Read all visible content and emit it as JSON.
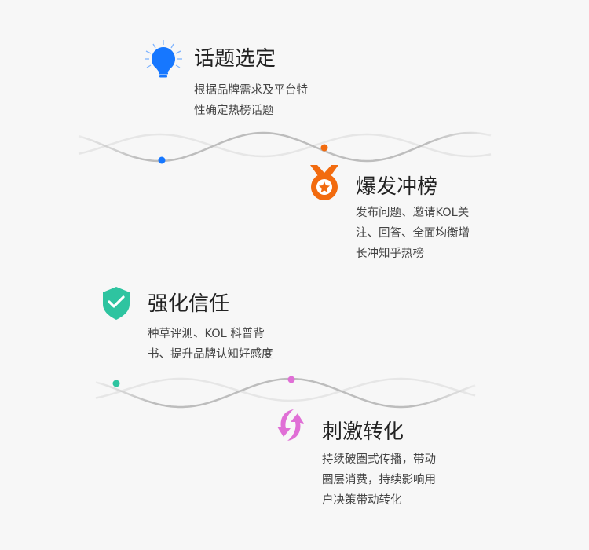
{
  "steps": [
    {
      "title": "话题选定",
      "lines": [
        "根据品牌需求及平台特",
        "性确定热榜话题"
      ],
      "color": "#1677ff",
      "icon": "lightbulb-icon"
    },
    {
      "title": "爆发冲榜",
      "lines": [
        "发布问题、邀请KOL关",
        "注、回答、全面均衡增",
        "长冲知乎热榜"
      ],
      "color": "#f26b0f",
      "icon": "medal-icon"
    },
    {
      "title": "强化信任",
      "lines": [
        "种草评测、KOL 科普背",
        "书、提升品牌认知好感度"
      ],
      "color": "#2ec4a0",
      "icon": "shield-check-icon"
    },
    {
      "title": "刺激转化",
      "lines": [
        "持续破圈式传播，带动",
        "圈层消费，持续影响用",
        "户决策带动转化"
      ],
      "color": "#e06fd6",
      "icon": "refresh-arrows-icon"
    }
  ]
}
